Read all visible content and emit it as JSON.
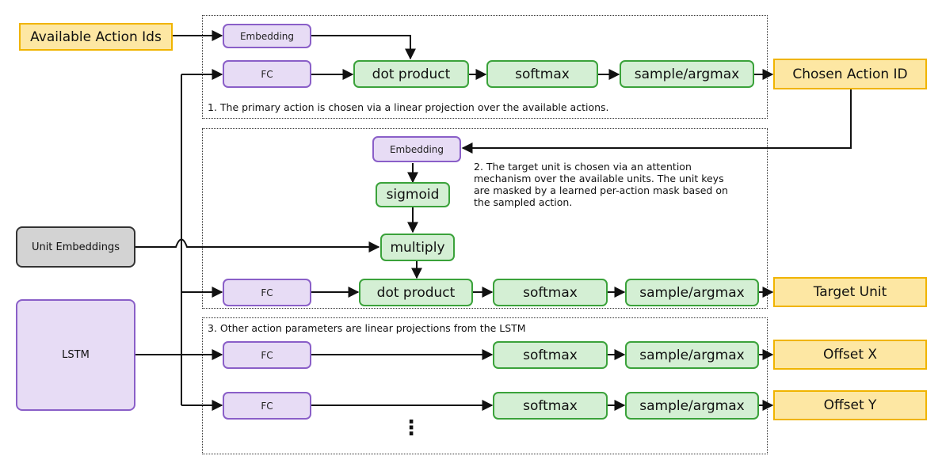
{
  "inputs": {
    "available_action_ids": "Available Action Ids",
    "unit_embeddings": "Unit Embeddings",
    "lstm": "LSTM"
  },
  "section1": {
    "embedding": "Embedding",
    "fc": "FC",
    "dot_product": "dot product",
    "softmax": "softmax",
    "sample": "sample/argmax",
    "output": "Chosen Action ID",
    "note": "1. The primary action is chosen via a linear projection over the available actions."
  },
  "section2": {
    "embedding": "Embedding",
    "sigmoid": "sigmoid",
    "multiply": "multiply",
    "fc": "FC",
    "dot_product": "dot product",
    "softmax": "softmax",
    "sample": "sample/argmax",
    "output": "Target Unit",
    "note_lines": [
      "2. The target unit is chosen via an attention",
      "mechanism over the available units. The unit keys",
      "are masked by a learned per-action mask based on",
      "the sampled action."
    ]
  },
  "section3": {
    "note": "3. Other action parameters are linear projections from the LSTM",
    "row_x": {
      "fc": "FC",
      "softmax": "softmax",
      "sample": "sample/argmax",
      "output": "Offset X"
    },
    "row_y": {
      "fc": "FC",
      "softmax": "softmax",
      "sample": "sample/argmax",
      "output": "Offset Y"
    },
    "ellipsis": "⋮"
  },
  "colors": {
    "purple_border": "#8a5fc8",
    "purple_fill": "#e7dcf5",
    "green_border": "#3aa23a",
    "green_fill": "#d4efd4",
    "yellow_border": "#f0b400",
    "yellow_fill": "#fde7a3",
    "gray_fill": "#d3d3d3"
  }
}
